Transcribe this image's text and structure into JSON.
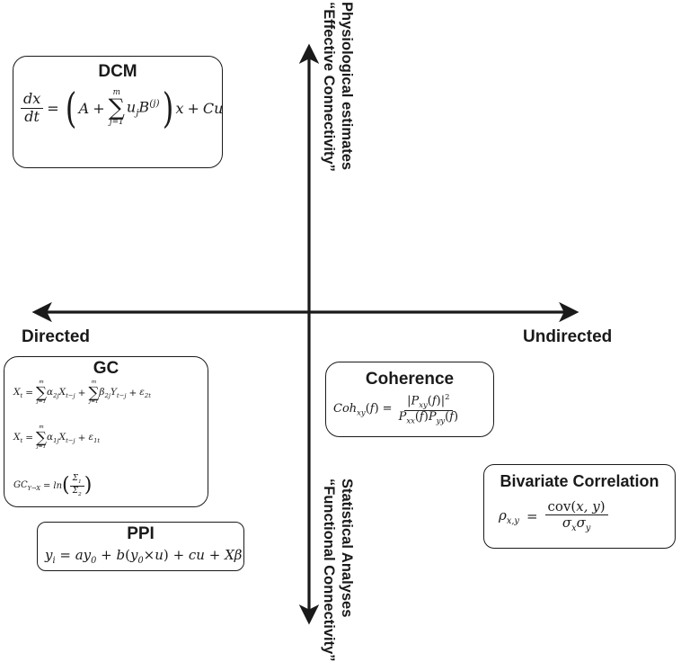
{
  "axes": {
    "left": "Directed",
    "right": "Undirected",
    "top_line1": "Physiological estimates",
    "top_line2": "“Effective Connectivity”",
    "bottom_line1": "Statistical Analyses",
    "bottom_line2": "“Functional Connectivity”"
  },
  "boxes": {
    "dcm": {
      "title": "DCM"
    },
    "gc": {
      "title": "GC"
    },
    "ppi": {
      "title": "PPI"
    },
    "coherence": {
      "title": "Coherence"
    },
    "bivariate": {
      "title": "Bivariate Correlation"
    }
  }
}
